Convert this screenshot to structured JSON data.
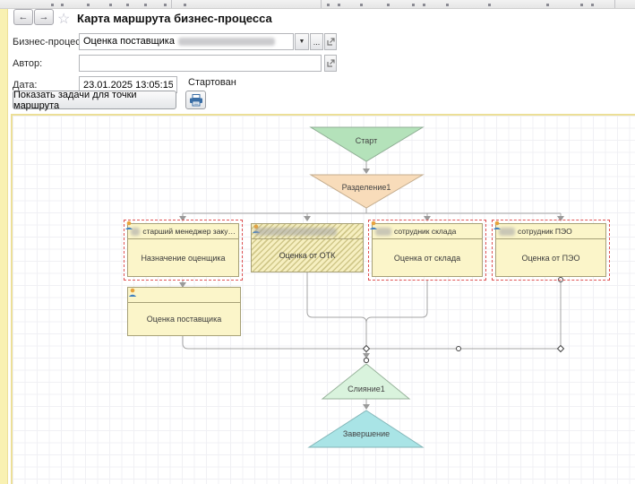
{
  "chrome": {
    "back_label": "←",
    "forward_label": "→",
    "star_icon": "☆",
    "title": "Карта маршрута бизнес-процесса"
  },
  "fields": {
    "process_label": "Бизнес-процесс:",
    "process_value": "Оценка поставщика",
    "dropdown_glyph": "▼",
    "ellipsis_label": "...",
    "author_label": "Автор:",
    "author_value": "",
    "date_label": "Дата:",
    "date_value": "23.01.2025 13:05:15",
    "status_value": "Стартован"
  },
  "toolbar": {
    "show_tasks_label": "Показать задачи для точки маршрута",
    "print_icon": "printer"
  },
  "diagram": {
    "start_label": "Старт",
    "split_label": "Разделение1",
    "merge_label": "Слияние1",
    "finish_label": "Завершение",
    "boxes": [
      {
        "header": "старший менеджер заку…",
        "body": "Назначение оценщика"
      },
      {
        "header": "",
        "body": "Оценка от ОТК"
      },
      {
        "header": "сотрудник склада",
        "body": "Оценка от склада"
      },
      {
        "header": "сотрудник ПЭО",
        "body": "Оценка от ПЭО"
      },
      {
        "header": "",
        "body": "Оценка поставщика"
      }
    ],
    "colors": {
      "start_fill": "#b4e2ba",
      "split_fill": "#f8dcba",
      "merge_fill": "#d9f3dd",
      "finish_fill": "#a9e4e6",
      "box_fill": "#fbf5c9",
      "selection_dash": "#e05454",
      "connector": "#a5a5a5"
    }
  }
}
